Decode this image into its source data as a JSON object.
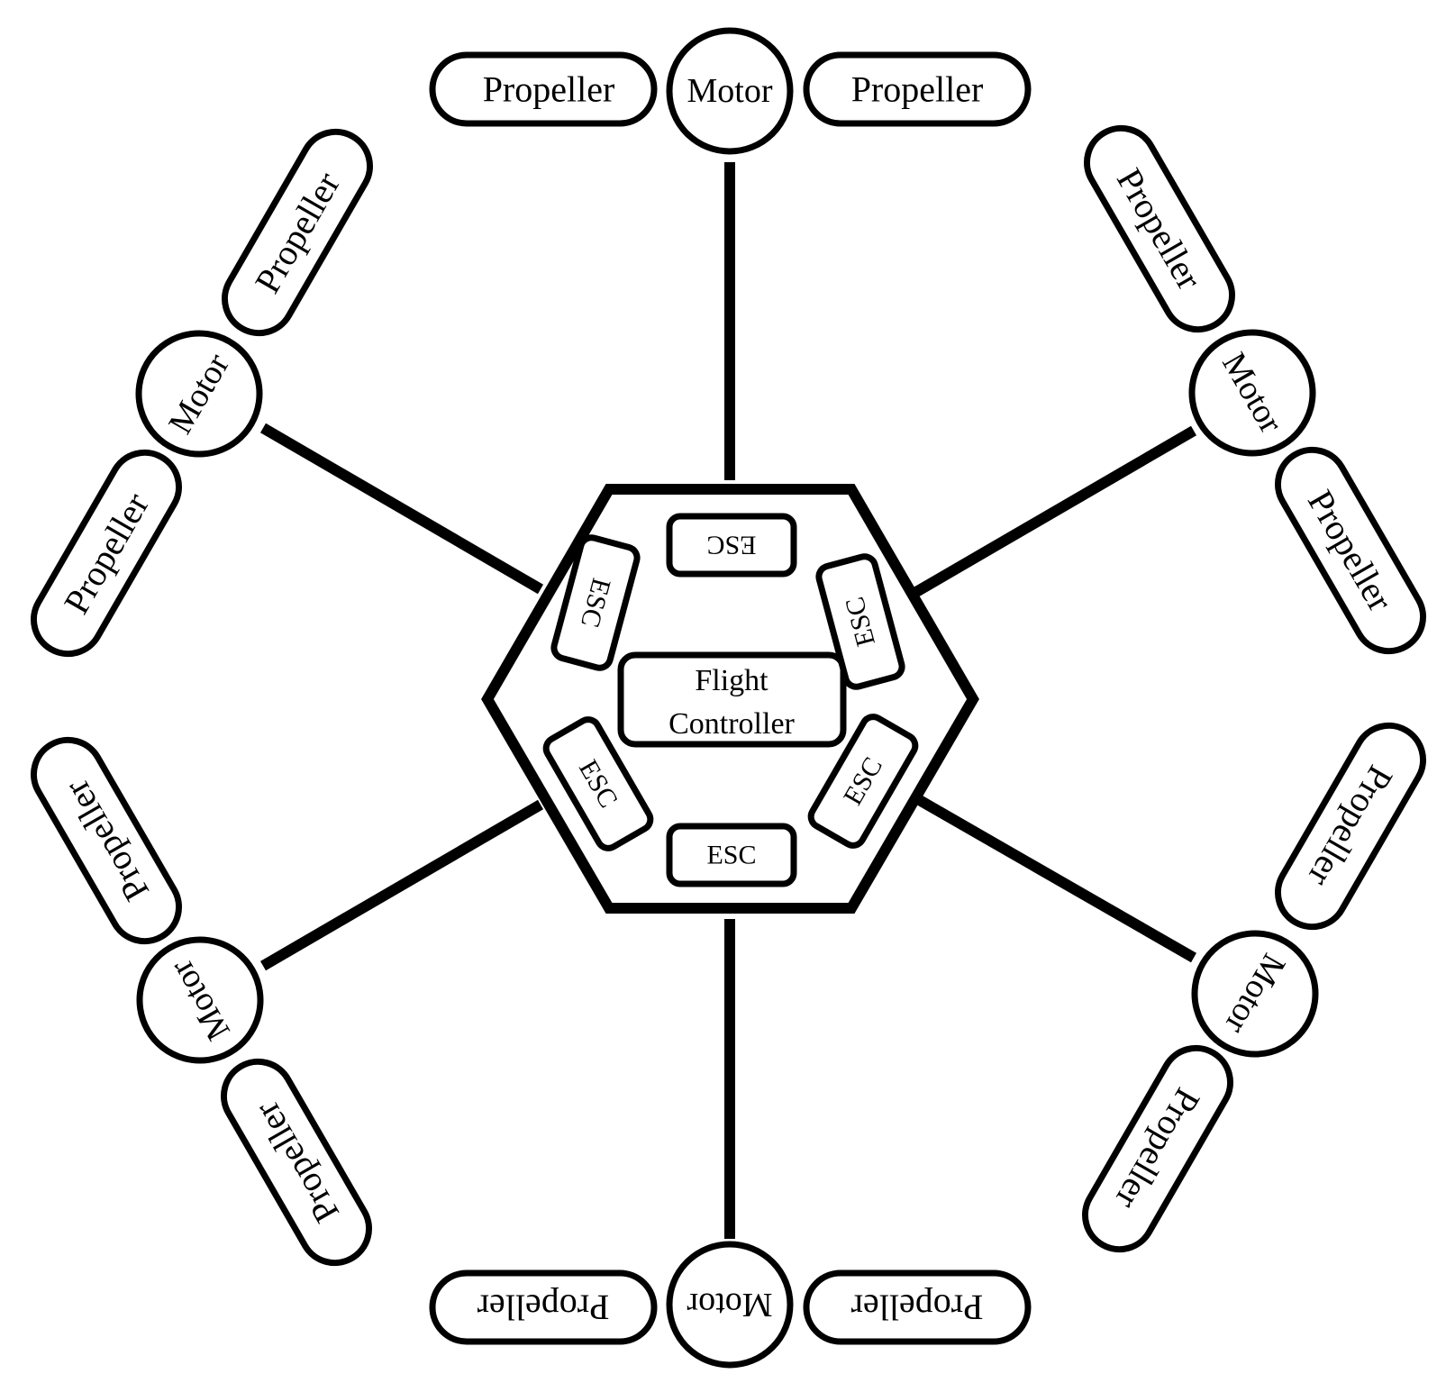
{
  "diagram": {
    "center": {
      "label_line1": "Flight",
      "label_line2": "Controller"
    },
    "escs": [
      {
        "label": "ESC"
      },
      {
        "label": "ESC"
      },
      {
        "label": "ESC"
      },
      {
        "label": "ESC"
      },
      {
        "label": "ESC"
      },
      {
        "label": "ESC"
      }
    ],
    "arms": [
      {
        "motor": "Motor",
        "propeller_a": "Propeller",
        "propeller_b": "Propeller"
      },
      {
        "motor": "Motor",
        "propeller_a": "Propeller",
        "propeller_b": "Propeller"
      },
      {
        "motor": "Motor",
        "propeller_a": "Propeller",
        "propeller_b": "Propeller"
      },
      {
        "motor": "Motor",
        "propeller_a": "Propeller",
        "propeller_b": "Propeller"
      },
      {
        "motor": "Motor",
        "propeller_a": "Propeller",
        "propeller_b": "Propeller"
      },
      {
        "motor": "Motor",
        "propeller_a": "Propeller",
        "propeller_b": "Propeller"
      }
    ],
    "colors": {
      "stroke": "#000000",
      "fill": "#ffffff"
    }
  }
}
